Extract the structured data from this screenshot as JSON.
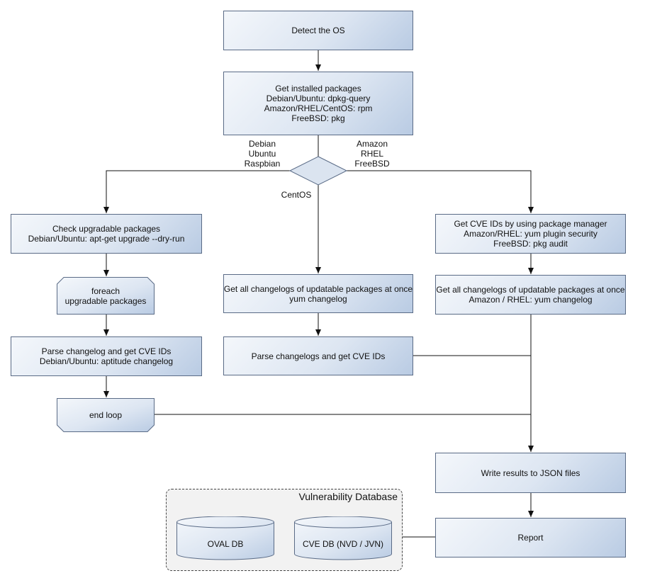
{
  "nodes": {
    "detect_os": [
      "Detect the OS"
    ],
    "get_installed": [
      "Get installed packages",
      "Debian/Ubuntu: dpkg-query",
      "Amazon/RHEL/CentOS: rpm",
      "FreeBSD: pkg"
    ],
    "check_upgradable": [
      "Check upgradable packages",
      "Debian/Ubuntu: apt-get upgrade --dry-run"
    ],
    "foreach": [
      "foreach",
      "upgradable  packages"
    ],
    "parse_changelog_debian": [
      "Parse changelog and get  CVE IDs",
      "Debian/Ubuntu: aptitude changelog"
    ],
    "end_loop": [
      "end loop"
    ],
    "get_changelogs_centos": [
      "Get all changelogs of updatable packages at once",
      "yum changelog"
    ],
    "parse_changelogs_centos": [
      "Parse changelogs and get CVE IDs"
    ],
    "get_cve_pkg_manager": [
      "Get CVE IDs by using package manager",
      "Amazon/RHEL: yum plugin security",
      "FreeBSD: pkg audit"
    ],
    "get_changelogs_amazon": [
      "Get all changelogs of updatable packages at once",
      "Amazon / RHEL: yum changelog"
    ],
    "write_json": [
      "Write results to JSON files"
    ],
    "report": [
      "Report"
    ]
  },
  "branch_labels": {
    "left": [
      "Debian",
      "Ubuntu",
      "Raspbian"
    ],
    "right": [
      "Amazon",
      "RHEL",
      "FreeBSD"
    ],
    "down": [
      "CentOS"
    ]
  },
  "vulnerability_db": {
    "title": "Vulnerability Database",
    "oval": "OVAL DB",
    "cve": "CVE DB (NVD / JVN)"
  }
}
